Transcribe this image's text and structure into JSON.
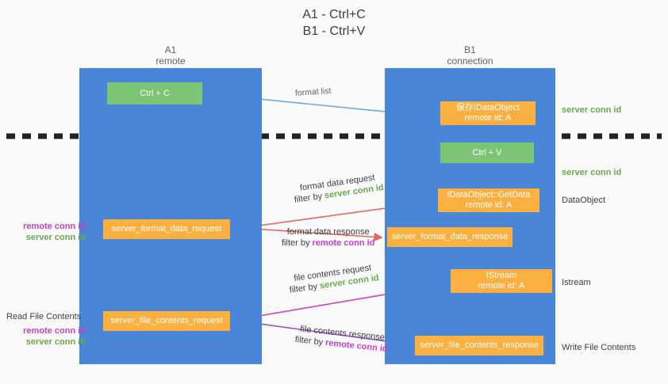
{
  "title": {
    "line1": "A1 - Ctrl+C",
    "line2": "B1 - Ctrl+V"
  },
  "columns": {
    "a1": {
      "name": "A1",
      "role": "remote"
    },
    "b1": {
      "name": "B1",
      "role": "connection"
    }
  },
  "boxes": {
    "ctrl_c": {
      "label": "Ctrl + C",
      "color": "#7cc576"
    },
    "idataobject": {
      "label": "保存IDataObject",
      "sub": "remote id: A",
      "color": "#fbb040"
    },
    "ctrl_v": {
      "label": "Ctrl + V",
      "color": "#7cc576"
    },
    "getdata": {
      "label": "IDataObject::GetData",
      "sub": "remote id: A",
      "color": "#fbb040"
    },
    "server_format_data_request": {
      "label": "server_format_data_request",
      "color": "#fbb040"
    },
    "server_format_data_response": {
      "label": "server_format_data_response",
      "color": "#fbb040"
    },
    "istream": {
      "label": "IStream",
      "sub": "remote id: A",
      "color": "#fbb040"
    },
    "server_file_contents_request": {
      "label": "server_file_contents_request",
      "color": "#fbb040"
    },
    "server_file_contents_response": {
      "label": "server_file_contents_response",
      "color": "#fbb040"
    }
  },
  "arrow_labels": {
    "format_list": "format list",
    "format_data_request": {
      "line1": "format data request",
      "filter_prefix": "filter by ",
      "filter_value": "server conn id"
    },
    "format_data_response": {
      "line1": "format data response",
      "filter_prefix": "filter by ",
      "filter_value": "remote conn id"
    },
    "file_contents_request": {
      "line1": "file contents request",
      "filter_prefix": "filter by ",
      "filter_value": "server conn id"
    },
    "file_contents_response": {
      "line1": "file contents response",
      "filter_prefix": "filter by ",
      "filter_value": "remote conn id"
    }
  },
  "right_labels": {
    "server_conn_id_top": "server conn id",
    "server_conn_id_mid": "server conn id",
    "dataobject": "DataObject",
    "istream": "Istream",
    "write_file_contents": "Write File Contents"
  },
  "left_labels": {
    "remote_conn_id_1": "remote conn id",
    "server_conn_id_1": "server conn id",
    "read_file_contents": "Read File Contents",
    "remote_conn_id_2": "remote conn id",
    "server_conn_id_2": "server conn id"
  },
  "colors": {
    "lane": "#4a86d8",
    "green_box": "#7cc576",
    "orange_box": "#fbb040",
    "server_conn_text": "#6aa84f",
    "remote_conn_text": "#c341c3",
    "arrow_blue": "#6fa8dc",
    "arrow_red": "#e8655c",
    "arrow_magenta": "#d13fc0",
    "arrow_purple": "#9b4fc8",
    "arrow_black": "#000000",
    "divider": "#222222",
    "background": "#fafafa"
  }
}
